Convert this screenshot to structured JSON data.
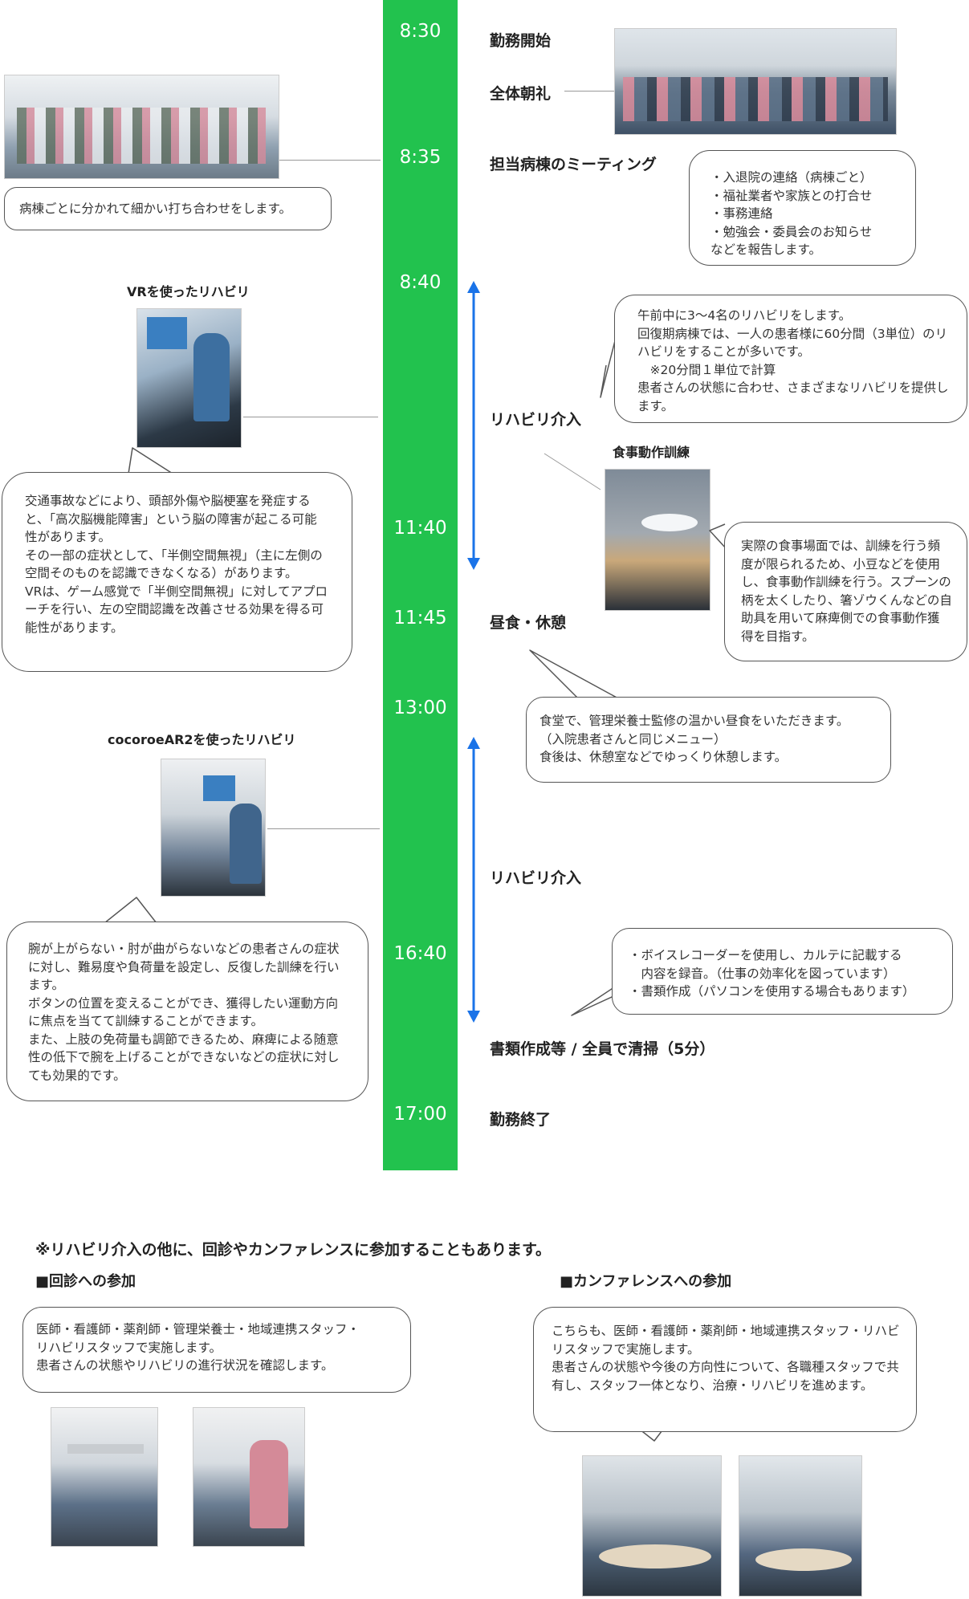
{
  "timeline": {
    "times": [
      "8:30",
      "8:35",
      "8:40",
      "11:40",
      "11:45",
      "13:00",
      "16:40",
      "17:00"
    ],
    "events": [
      "勤務開始",
      "全体朝礼",
      "担当病棟のミーティング",
      "リハビリ介入",
      "昼食・休憩",
      "リハビリ介入",
      "書類作成等 / 全員で清掃（5分）",
      "勤務終了"
    ]
  },
  "notes": {
    "ward_meeting": "・入退院の連絡（病棟ごと）\n・福祉業者や家族との打合せ\n・事務連絡\n・勉強会・委員会のお知らせ\nなどを報告します。",
    "ward_split": "病棟ごとに分かれて細かい打ち合わせをします。",
    "rehab_morning": "午前中に3〜4名のリハビリをします。\n回復期病棟では、一人の患者様に60分間（3単位）のリハビリをすることが多いです。\n　※20分間１単位で計算\n患者さんの状態に合わせ、さまざまなリハビリを提供します。",
    "vr": "交通事故などにより、頭部外傷や脳梗塞を発症すると、「高次脳機能障害」という脳の障害が起こる可能性があります。\nその一部の症状として、「半側空間無視」（主に左側の空間そのものを認識できなくなる）があります。\nVRは、ゲーム感覚で「半側空間無視」に対してアプローチを行い、左の空間認識を改善させる効果を得る可能性があります。",
    "meal_training": "実際の食事場面では、訓練を行う頻度が限られるため、小豆などを使用し、食事動作訓練を行う。スプーンの柄を太くしたり、箸ゾウくんなどの自助具を用いて麻痺側での食事動作獲得を目指す。",
    "lunch": "食堂で、管理栄養士監修の温かい昼食をいただきます。\n（入院患者さんと同じメニュー）\n食後は、休憩室などでゆっくり休憩します。",
    "cocoroe": "腕が上がらない・肘が曲がらないなどの患者さんの症状に対し、難易度や負荷量を設定し、反復した訓練を行います。\nボタンの位置を変えることができ、獲得したい運動方向に焦点を当てて訓練することができます。\nまた、上肢の免荷量も調節できるため、麻痺による随意性の低下で腕を上げることができないなどの症状に対しても効果的です。",
    "documents": "・ボイスレコーダーを使用し、カルテに記載する\n　内容を録音。（仕事の効率化を図っています）\n・書類作成（パソコンを使用する場合もあります）"
  },
  "captions": {
    "vr": "VRを使ったリハビリ",
    "meal": "食事動作訓練",
    "cocoroe": "cocoroeAR2を使ったリハビリ"
  },
  "bottom": {
    "note": "※リハビリ介入の他に、回診やカンファレンスに参加することもあります。",
    "rounds_title": "■回診への参加",
    "rounds_text": "医師・看護師・薬剤師・管理栄養士・地域連携スタッフ・\nリハビリスタッフで実施します。\n患者さんの状態やリハビリの進行状況を確認します。",
    "conference_title": "■カンファレンスへの参加",
    "conference_text": "こちらも、医師・看護師・薬剤師・地域連携スタッフ・リハビリスタッフで実施します。\n患者さんの状態や今後の方向性について、各職種スタッフで共有し、スタッフ一体となり、治療・リハビリを進めます。"
  },
  "colors": {
    "timebar": "#22c24e",
    "arrow": "#1a73e8"
  }
}
